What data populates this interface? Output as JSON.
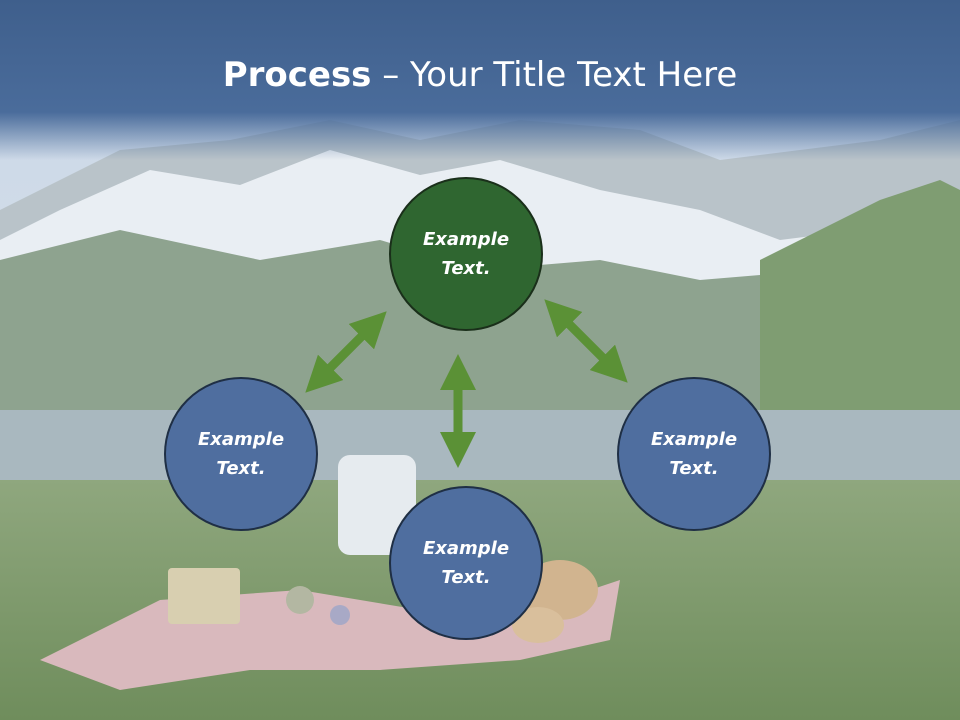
{
  "title": {
    "bold": "Process",
    "rest": " – Your Title Text Here"
  },
  "nodes": {
    "top": "Example\nText.",
    "left": "Example\nText.",
    "right": "Example\nText.",
    "bottom": "Example\nText."
  },
  "colors": {
    "node_blue": "#4f6e9f",
    "node_green": "#2f6630",
    "arrow": "#5b9136",
    "title_band": "#44679a"
  }
}
